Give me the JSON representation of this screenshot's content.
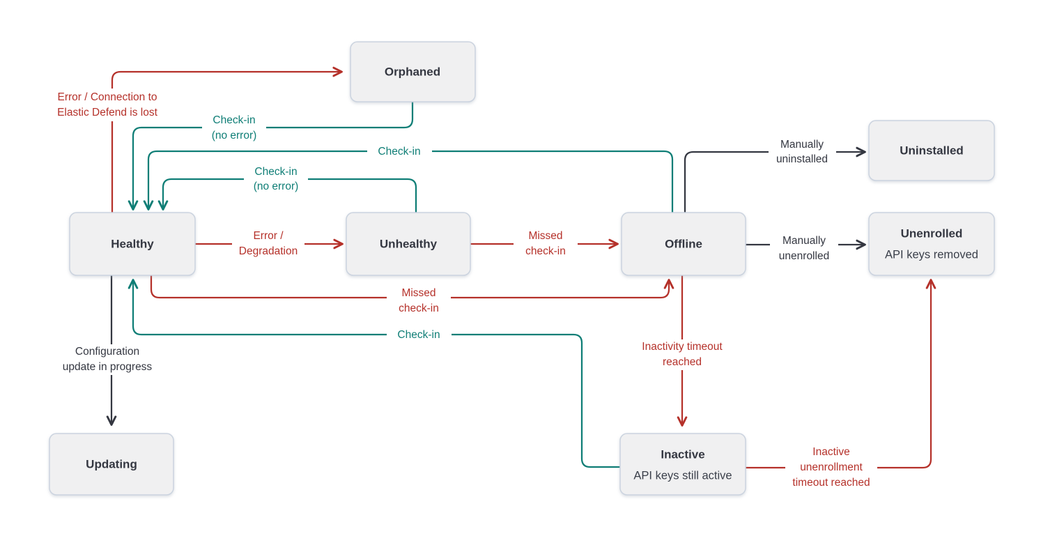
{
  "diagram": {
    "kind": "state-diagram",
    "colors": {
      "red": "#B5312A",
      "teal": "#0F7E76",
      "dark": "#343741",
      "node_fill": "#F0F0F1",
      "node_border": "#CBD3DF",
      "node_text": "#343741"
    },
    "nodes": {
      "orphaned": {
        "label": "Orphaned"
      },
      "uninstalled": {
        "label": "Uninstalled"
      },
      "healthy": {
        "label": "Healthy"
      },
      "unhealthy": {
        "label": "Unhealthy"
      },
      "offline": {
        "label": "Offline"
      },
      "unenrolled": {
        "label": "Unenrolled",
        "sublabel": "API keys removed"
      },
      "updating": {
        "label": "Updating"
      },
      "inactive": {
        "label": "Inactive",
        "sublabel": "API keys still active"
      }
    },
    "edges": {
      "healthy_to_orphaned": {
        "color": "red",
        "label_lines": [
          "Error / Connection to",
          "Elastic Defend is lost"
        ]
      },
      "orphaned_to_healthy": {
        "color": "teal",
        "label_lines": [
          "Check-in",
          "(no error)"
        ]
      },
      "offline_to_healthy": {
        "color": "teal",
        "label_lines": [
          "Check-in"
        ]
      },
      "unhealthy_to_healthy": {
        "color": "teal",
        "label_lines": [
          "Check-in",
          "(no error)"
        ]
      },
      "offline_to_uninstalled": {
        "color": "dark",
        "label_lines": [
          "Manually",
          "uninstalled"
        ]
      },
      "healthy_to_unhealthy": {
        "color": "red",
        "label_lines": [
          "Error /",
          "Degradation"
        ]
      },
      "unhealthy_to_offline": {
        "color": "red",
        "label_lines": [
          "Missed",
          "check-in"
        ]
      },
      "offline_to_unenrolled": {
        "color": "dark",
        "label_lines": [
          "Manually",
          "unenrolled"
        ]
      },
      "healthy_to_offline": {
        "color": "red",
        "label_lines": [
          "Missed",
          "check-in"
        ]
      },
      "inactive_to_healthy": {
        "color": "teal",
        "label_lines": [
          "Check-in"
        ]
      },
      "offline_to_inactive": {
        "color": "red",
        "label_lines": [
          "Inactivity timeout",
          "reached"
        ]
      },
      "healthy_to_updating": {
        "color": "dark",
        "label_lines": [
          "Configuration",
          "update in progress"
        ]
      },
      "inactive_to_unenrolled": {
        "color": "red",
        "label_lines": [
          "Inactive",
          "unenrollment",
          "timeout reached"
        ]
      }
    }
  }
}
